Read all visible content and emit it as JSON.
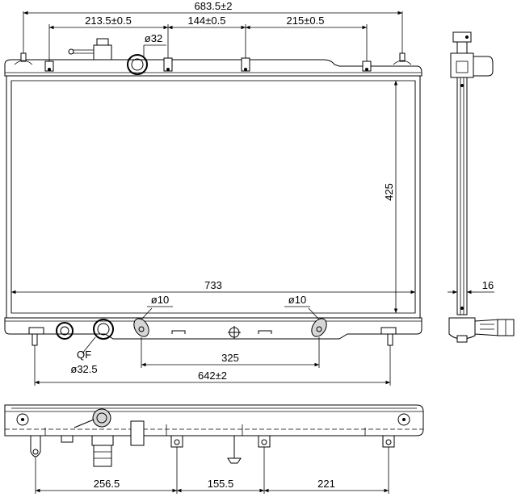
{
  "dimensions": {
    "overall_width": "683.5±2",
    "pitch_left": "213.5±0.5",
    "pitch_mid": "144±0.5",
    "pitch_right": "215±0.5",
    "cap_dia": "ø32",
    "core_height": "425",
    "core_width": "733",
    "depth": "16",
    "bolt_dia_left": "ø10",
    "bolt_dia_right": "ø10",
    "bolt_spacing": "325",
    "qf_label": "QF",
    "outlet_dia": "ø32.5",
    "mount_spacing": "642±2",
    "bottom_left": "256.5",
    "bottom_mid": "155.5",
    "bottom_right": "221"
  }
}
